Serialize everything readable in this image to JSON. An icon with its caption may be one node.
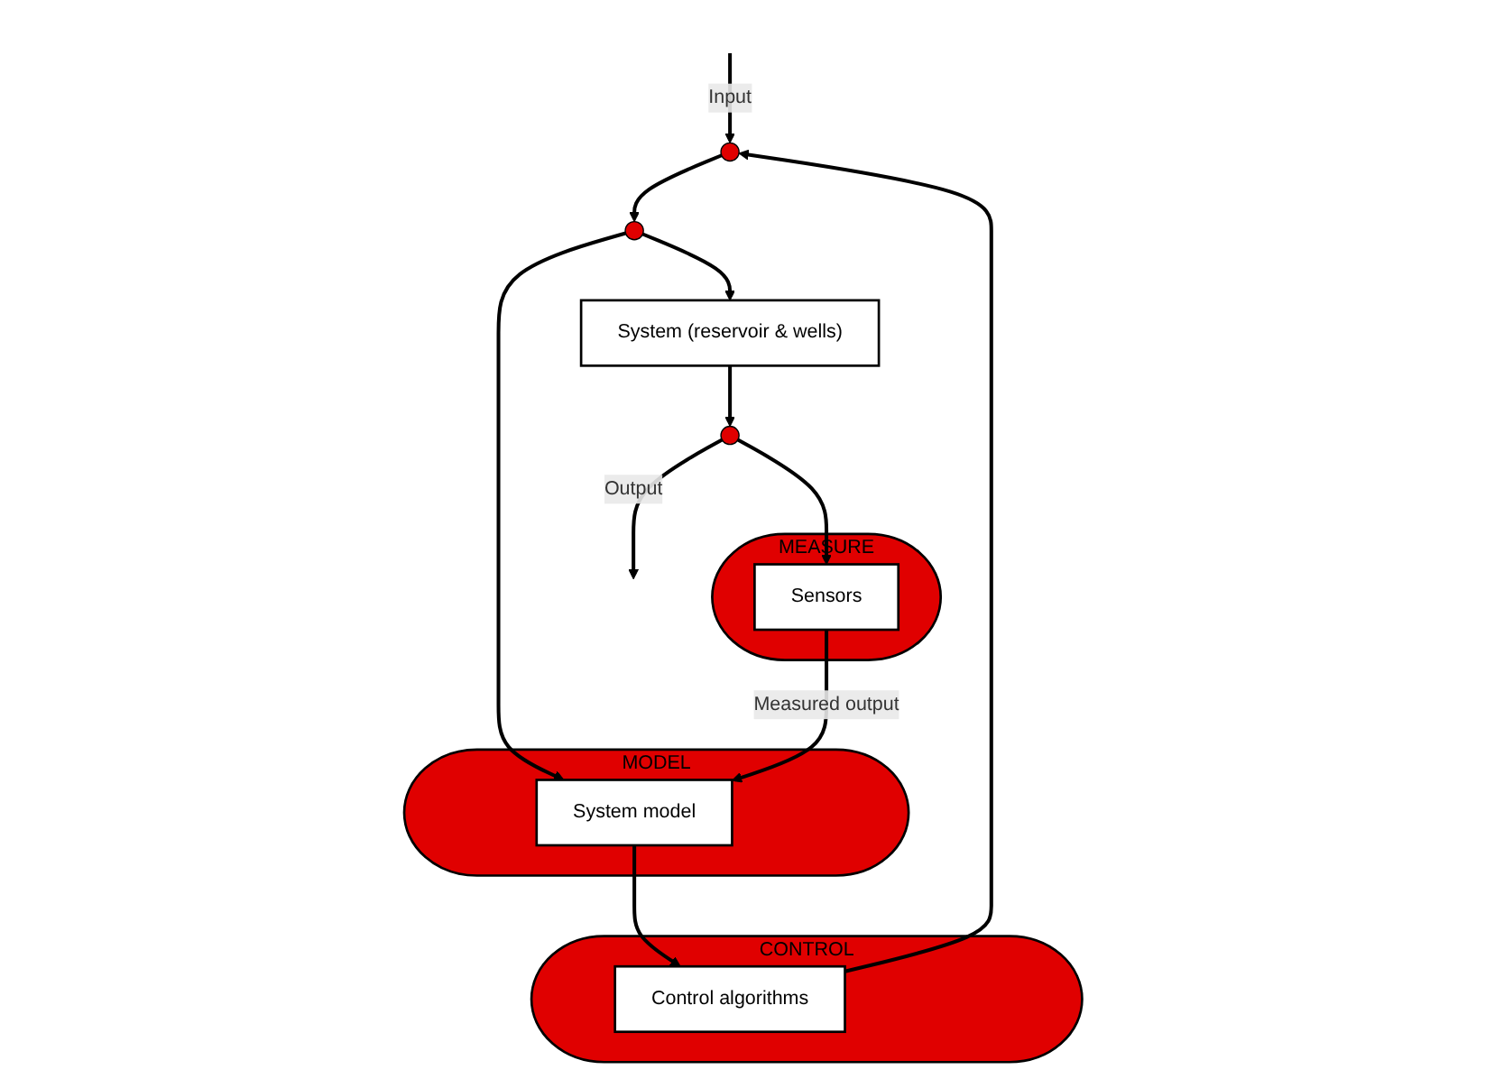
{
  "diagram": {
    "nodes": [
      {
        "text": [],
        "shape": "circle"
      },
      {
        "text": [],
        "shape": "circle"
      },
      {
        "text": [
          "System (reservoir & wells)"
        ]
      },
      {
        "text": [],
        "shape": "circle"
      },
      {
        "text": [
          "CONTROL"
        ]
      },
      {
        "text": [
          "Control algorithms"
        ],
        "in": 4
      },
      {
        "text": [
          "MEASURE"
        ]
      },
      {
        "text": [
          "Sensors"
        ],
        "in": 6
      },
      {
        "text": [
          "MODEL"
        ]
      },
      {
        "text": [
          "System model"
        ],
        "in": 8
      }
    ],
    "edges": [
      {
        "from": null,
        "to": 0,
        "arrow": "to",
        "label": "Input"
      },
      {
        "from": 0,
        "to": 1,
        "arrow": "to"
      },
      {
        "from": 1,
        "to": 2,
        "arrow": "to"
      },
      {
        "from": 2,
        "to": 3,
        "arrow": "to"
      },
      {
        "from": 3,
        "to": null,
        "arrow": "to",
        "label": "Output"
      },
      {
        "from": 5,
        "to": 0,
        "arrow": "to"
      },
      {
        "from": 1,
        "to": 9,
        "arrow": "to"
      },
      {
        "from": 3,
        "to": 7,
        "arrow": "to"
      },
      {
        "from": 7,
        "to": 9,
        "arrow": "to",
        "label": "Measured output"
      },
      {
        "from": 9,
        "to": 5,
        "arrow": "to"
      }
    ]
  }
}
